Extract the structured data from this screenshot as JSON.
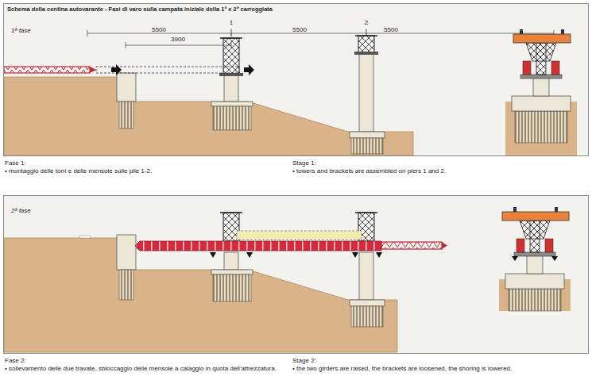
{
  "diagram": {
    "title": "Schema della centina autovarante - Fasi di varo sulla campata iniziale della 1ª e 2ª carreggiata",
    "nodes": [
      {
        "text": [
          "1ª fase"
        ]
      },
      {
        "text": [
          "2ª fase"
        ]
      }
    ],
    "labels": [
      "5500",
      "3900",
      "1",
      "5500",
      "2",
      "5500",
      "Fase 1:",
      "• montaggio delle torri e delle mensole sulle pile 1-2.",
      "Stage 1:",
      "• towers and brackets are assembled on piers 1 and 2.",
      "Fase 2:",
      "• sollevamento delle due travate, sbloccaggio delle mensole a calaggio in quota dell'attrezzatura.",
      "Stage 2:",
      "• the two girders are raised, the brackets are loosened, the shoring is lowered."
    ]
  }
}
